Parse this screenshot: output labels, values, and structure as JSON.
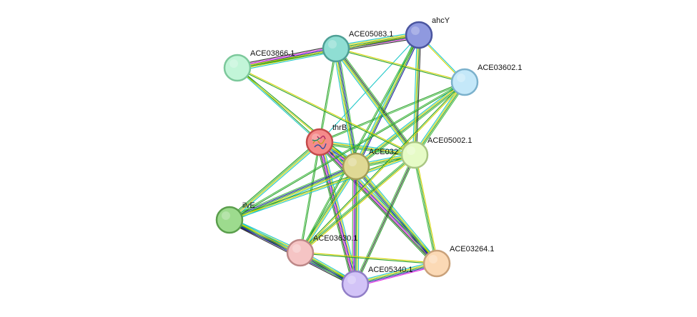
{
  "network": {
    "channel_colors": [
      "#20c8c8",
      "#d4d400",
      "#2ca02c",
      "#1f1fa0",
      "#e020e0",
      "#333333",
      "#4cbf4c",
      "#9ed24e"
    ],
    "nodes": [
      {
        "id": "ACE03866.1",
        "label": "ACE03866.1",
        "fill": "#c2f5d8",
        "stroke": "#7cc89b",
        "icon": ""
      },
      {
        "id": "ACE05083.1",
        "label": "ACE05083.1",
        "fill": "#8fded3",
        "stroke": "#4e9f95",
        "icon": ""
      },
      {
        "id": "ahcY",
        "label": "ahcY",
        "fill": "#8f99df",
        "stroke": "#4a559f",
        "icon": ""
      },
      {
        "id": "ACE03602.1",
        "label": "ACE03602.1",
        "fill": "#c4e8f9",
        "stroke": "#7bb1cc",
        "icon": ""
      },
      {
        "id": "thrB",
        "label": "thrB",
        "fill": "#f58a8a",
        "stroke": "#c44a4a",
        "icon": "protein-structure-icon"
      },
      {
        "id": "ACE032",
        "label": "ACE032",
        "fill": "#dfd994",
        "stroke": "#a39d57",
        "icon": ""
      },
      {
        "id": "ACE05002.1",
        "label": "ACE05002.1",
        "fill": "#e6fbc6",
        "stroke": "#a9c683",
        "icon": ""
      },
      {
        "id": "ilvE",
        "label": "ilvE",
        "fill": "#9ddb8e",
        "stroke": "#5a9e4c",
        "icon": ""
      },
      {
        "id": "ACE03630.1",
        "label": "ACE03630.1",
        "fill": "#f5c4c4",
        "stroke": "#bd8787",
        "icon": ""
      },
      {
        "id": "ACE03264.1",
        "label": "ACE03264.1",
        "fill": "#fbd9b5",
        "stroke": "#c9a17a",
        "icon": ""
      },
      {
        "id": "ACE05340.1",
        "label": "ACE05340.1",
        "fill": "#d2c3f7",
        "stroke": "#917ec7",
        "icon": ""
      }
    ],
    "edges": [
      [
        "thrB",
        "ACE032",
        [
          0,
          1,
          2,
          3,
          4,
          5,
          6
        ]
      ],
      [
        "thrB",
        "ACE05002.1",
        [
          0,
          1,
          2,
          6
        ]
      ],
      [
        "thrB",
        "ilvE",
        [
          0,
          1,
          6,
          2
        ]
      ],
      [
        "thrB",
        "ACE03630.1",
        [
          2,
          6
        ]
      ],
      [
        "thrB",
        "ACE05340.1",
        [
          0,
          1,
          3,
          4,
          5,
          2
        ]
      ],
      [
        "thrB",
        "ACE03264.1",
        [
          0,
          1,
          3,
          4,
          5,
          2
        ]
      ],
      [
        "thrB",
        "ACE03866.1",
        [
          0,
          2
        ]
      ],
      [
        "thrB",
        "ACE05083.1",
        [
          2,
          6
        ]
      ],
      [
        "thrB",
        "ahcY",
        [
          0
        ]
      ],
      [
        "thrB",
        "ACE03602.1",
        [
          2,
          6
        ]
      ],
      [
        "ACE032",
        "ACE05002.1",
        [
          0,
          1,
          2,
          6
        ]
      ],
      [
        "ACE032",
        "ilvE",
        [
          0,
          1,
          2,
          3,
          6
        ]
      ],
      [
        "ACE032",
        "ACE03630.1",
        [
          0,
          1,
          2,
          6
        ]
      ],
      [
        "ACE032",
        "ACE05340.1",
        [
          0,
          1,
          2,
          3,
          4,
          6
        ]
      ],
      [
        "ACE032",
        "ACE03264.1",
        [
          0,
          1,
          2,
          3,
          6
        ]
      ],
      [
        "ACE032",
        "ACE05083.1",
        [
          0,
          1,
          2,
          3,
          6
        ]
      ],
      [
        "ACE032",
        "ahcY",
        [
          0,
          1,
          2,
          3
        ]
      ],
      [
        "ACE032",
        "ACE03602.1",
        [
          0,
          1,
          2,
          6
        ]
      ],
      [
        "ACE032",
        "ACE03866.1",
        [
          1,
          2
        ]
      ],
      [
        "ACE05002.1",
        "ACE05083.1",
        [
          0,
          1,
          2,
          5,
          6
        ]
      ],
      [
        "ACE05002.1",
        "ahcY",
        [
          0,
          1,
          2,
          5
        ]
      ],
      [
        "ACE05002.1",
        "ACE03602.1",
        [
          0,
          1,
          2,
          6
        ]
      ],
      [
        "ACE05002.1",
        "ilvE",
        [
          0,
          1,
          2
        ]
      ],
      [
        "ACE05002.1",
        "ACE03630.1",
        [
          1,
          2,
          6
        ]
      ],
      [
        "ACE05002.1",
        "ACE05340.1",
        [
          2,
          5,
          6
        ]
      ],
      [
        "ACE05002.1",
        "ACE03264.1",
        [
          1,
          2,
          6
        ]
      ],
      [
        "ACE05083.1",
        "ACE03866.1",
        [
          0,
          1,
          2,
          3,
          4,
          5
        ]
      ],
      [
        "ACE05083.1",
        "ahcY",
        [
          0,
          1,
          2,
          3,
          4,
          5
        ]
      ],
      [
        "ACE05083.1",
        "ACE03602.1",
        [
          1,
          2
        ]
      ],
      [
        "ACE03866.1",
        "ahcY",
        [
          1,
          2
        ]
      ],
      [
        "ahcY",
        "ACE03602.1",
        [
          0,
          1
        ]
      ],
      [
        "ahcY",
        "ACE03630.1",
        [
          2,
          6
        ]
      ],
      [
        "ACE03602.1",
        "ilvE",
        [
          2,
          6
        ]
      ],
      [
        "ACE03602.1",
        "ACE03630.1",
        [
          1,
          2
        ]
      ],
      [
        "ACE03866.1",
        "ACE05002.1",
        [
          1,
          2
        ]
      ],
      [
        "ilvE",
        "ACE03630.1",
        [
          0,
          1,
          2,
          3,
          5
        ]
      ],
      [
        "ilvE",
        "ACE05340.1",
        [
          0,
          1,
          2,
          3,
          5
        ]
      ],
      [
        "ACE03630.1",
        "ACE05340.1",
        [
          0,
          1,
          2,
          3,
          6
        ]
      ],
      [
        "ACE03630.1",
        "ACE03264.1",
        [
          1,
          2
        ]
      ],
      [
        "ACE05340.1",
        "ACE03264.1",
        [
          0,
          1,
          2,
          3,
          4
        ]
      ]
    ]
  }
}
